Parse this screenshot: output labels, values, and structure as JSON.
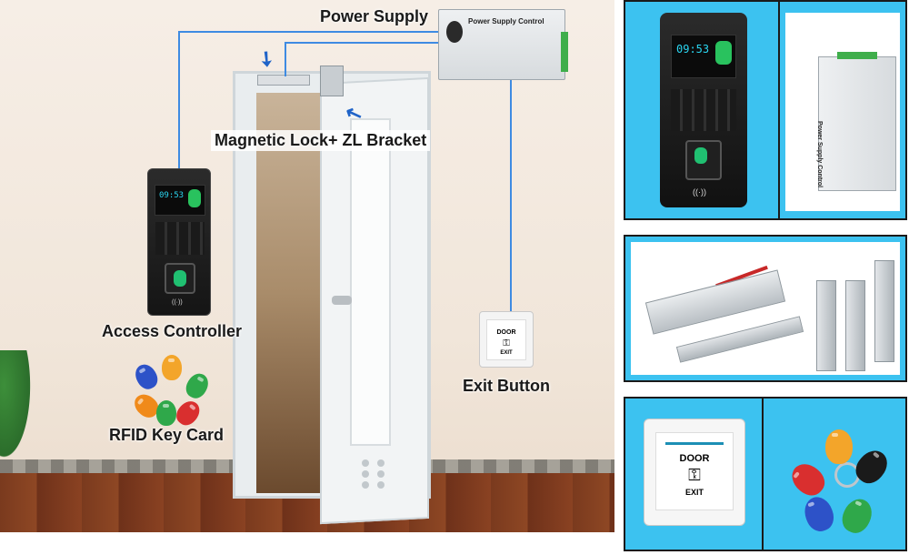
{
  "labels": {
    "power_supply": "Power Supply",
    "magnetic_lock": "Magnetic Lock+ ZL Bracket",
    "access_controller": "Access Controller",
    "rfid_card": "RFID Key Card",
    "exit_button": "Exit Button"
  },
  "device": {
    "time": "09:53",
    "psu_name": "Power Supply Control",
    "exit_door": "DOOR",
    "exit_key": "0-𝄁",
    "exit_text": "EXIT"
  },
  "colors": {
    "panel_bg": "#3cc2f0",
    "wire": "#3e8be2",
    "arrow": "#1f63c8",
    "fob_colors": [
      "#f3a52a",
      "#1a1a1a",
      "#d92f2f",
      "#2d52c8",
      "#2fa84a"
    ]
  }
}
